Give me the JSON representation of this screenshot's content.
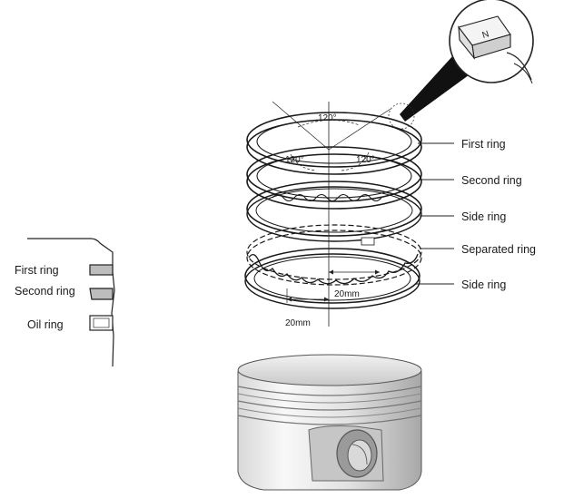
{
  "section_detail": {
    "labels": {
      "first_ring": "First ring",
      "second_ring": "Second ring",
      "oil_ring": "Oil ring"
    }
  },
  "ring_set": {
    "labels": {
      "first_ring": "First ring",
      "second_ring": "Second ring",
      "side_ring_top": "Side ring",
      "separated_ring": "Separated ring",
      "side_ring_bottom": "Side ring"
    },
    "angles": {
      "top": "120°",
      "left": "120°",
      "right": "120°"
    },
    "dimensions": {
      "upper": "20mm",
      "lower": "20mm"
    }
  },
  "zoom_detail": {
    "mark": "N"
  },
  "icons": [
    "piston-icon",
    "magnifier-detail-icon"
  ]
}
